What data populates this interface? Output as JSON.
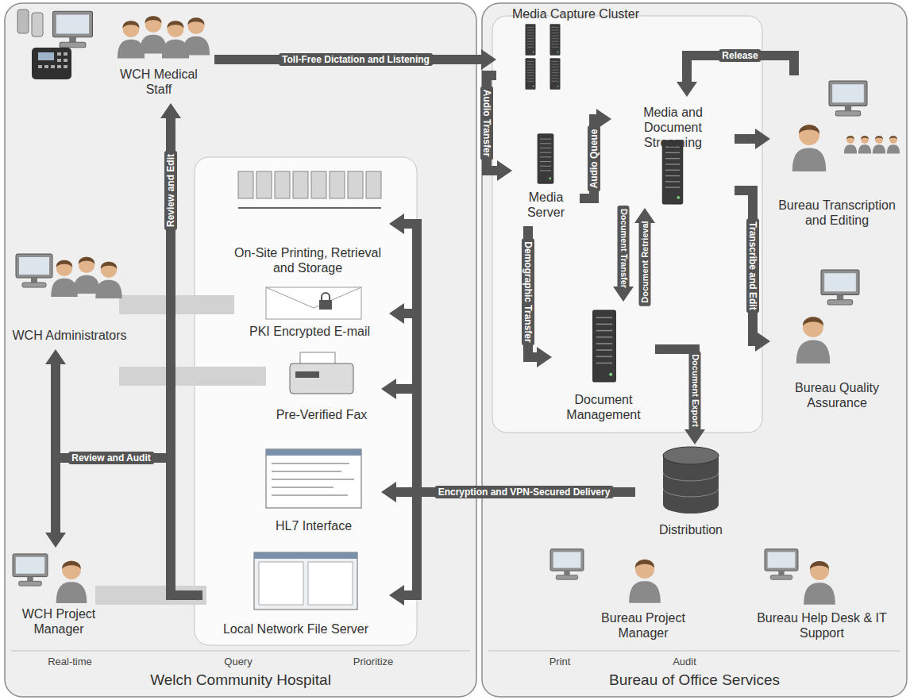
{
  "diagram": {
    "nodes": [
      {
        "text": [
          "Welch Community Hospital"
        ]
      },
      {
        "text": [
          "Bureau of Office Services"
        ]
      },
      {
        "text": [
          "WCH Medical Staff"
        ],
        "in": 0
      },
      {
        "text": [
          "WCH Administrators"
        ],
        "in": 0
      },
      {
        "text": [
          "WCH Project Manager"
        ],
        "in": 0
      },
      {
        "text": [
          "On-Site Printing, Retrieval and Storage"
        ],
        "in": 0
      },
      {
        "text": [
          "PKI Encrypted E-mail"
        ],
        "in": 0
      },
      {
        "text": [
          "Pre-Verified Fax"
        ],
        "in": 0
      },
      {
        "text": [
          "HL7 Interface"
        ],
        "in": 0
      },
      {
        "text": [
          "Local Network File Server"
        ],
        "in": 0
      },
      {
        "text": [
          "Media Capture Cluster"
        ],
        "in": 1
      },
      {
        "text": [
          "Media Server"
        ],
        "in": 1
      },
      {
        "text": [
          "Media and Document Streaming"
        ],
        "in": 1
      },
      {
        "text": [
          "Document Management"
        ],
        "in": 1
      },
      {
        "text": [
          "Distribution"
        ],
        "in": 1
      },
      {
        "text": [
          "Bureau Transcription and Editing"
        ],
        "in": 1
      },
      {
        "text": [
          "Bureau Quality Assurance"
        ],
        "in": 1
      },
      {
        "text": [
          "Bureau Project Manager"
        ],
        "in": 1
      },
      {
        "text": [
          "Bureau Help Desk & IT Support"
        ],
        "in": 1
      }
    ],
    "edges": [
      {
        "from": 2,
        "to": 10,
        "label": "Toll-Free Dictation and Listening",
        "arrow": "to"
      },
      {
        "from": 10,
        "to": 11,
        "label": "Audio Transfer",
        "arrow": "to"
      },
      {
        "from": 11,
        "to": 12,
        "label": "Audio Queue",
        "arrow": "to"
      },
      {
        "from": 11,
        "to": 13,
        "label": "Demographic Transfer",
        "arrow": "to"
      },
      {
        "from": 12,
        "to": 13,
        "label": "Document Transfer",
        "arrow": "to"
      },
      {
        "from": 13,
        "to": 12,
        "label": "Document Retrieval",
        "arrow": "to"
      },
      {
        "from": 13,
        "to": 14,
        "label": "Document Export",
        "arrow": "to"
      },
      {
        "from": 12,
        "to": 15,
        "arrow": "to"
      },
      {
        "from": 12,
        "to": 16,
        "label": "Transcribe and Edit",
        "arrow": "to"
      },
      {
        "from": 15,
        "to": 12,
        "label": "Release",
        "arrow": "to"
      },
      {
        "from": 14,
        "to": 5,
        "arrow": "to"
      },
      {
        "from": 14,
        "to": 6,
        "arrow": "to"
      },
      {
        "from": 14,
        "to": 7,
        "arrow": "to"
      },
      {
        "from": 14,
        "to": 8,
        "label": "Encryption and VPN-Secured Delivery",
        "arrow": "to"
      },
      {
        "from": 14,
        "to": 9,
        "arrow": "to"
      },
      {
        "from": 9,
        "to": 2,
        "label": "Review and Edit",
        "arrow": "to"
      },
      {
        "from": 3,
        "to": 4,
        "label": "Review and Audit",
        "arrow": "both"
      }
    ],
    "labels": [
      "Real-time",
      "Query",
      "Prioritize",
      "Print",
      "Audit"
    ]
  }
}
